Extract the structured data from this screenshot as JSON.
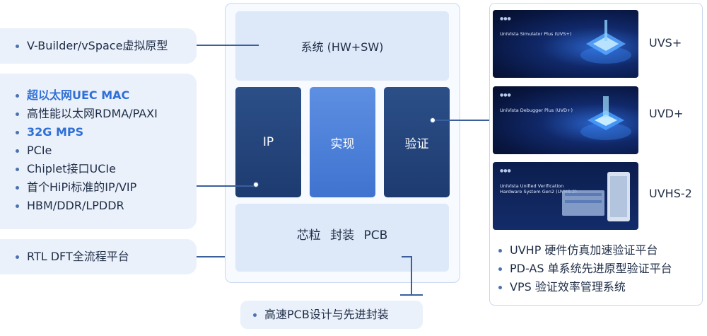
{
  "left": {
    "panel1": [
      {
        "text": "V-Builder/vSpace虚拟原型",
        "accent": false
      }
    ],
    "panel2": [
      {
        "text": "超以太网UEC MAC",
        "accent": true
      },
      {
        "text": "高性能以太网RDMA/PAXI",
        "accent": false
      },
      {
        "text": "32G MPS",
        "accent": true
      },
      {
        "text": "PCIe",
        "accent": false
      },
      {
        "text": "Chiplet接口UCIe",
        "accent": false
      },
      {
        "text": "首个HiPi标准的IP/VIP",
        "accent": false
      },
      {
        "text": "HBM/DDR/LPDDR",
        "accent": false
      }
    ],
    "panel3": [
      {
        "text": "RTL DFT全流程平台",
        "accent": false
      }
    ]
  },
  "center": {
    "system_label": "系统 (HW+SW)",
    "col_ip": "IP",
    "col_impl": "实现",
    "col_verify": "验证",
    "bottom_label": "芯粒 封装 PCB"
  },
  "bottom_note": "高速PCB设计与先进封装",
  "products": [
    {
      "label": "UVS+",
      "card_title": "UniVista Simulator Plus (UVS+)"
    },
    {
      "label": "UVD+",
      "card_title": "UniVista Debugger Plus (UVD+)"
    },
    {
      "label": "UVHS-2",
      "card_title": "UniVista Unified Verification Hardware System Gen2 (UVHS-2)"
    }
  ],
  "right_bullets": [
    "UVHP 硬件仿真加速验证平台",
    "PD-AS 单系统先进原型验证平台",
    "VPS 验证效率管理系统"
  ],
  "colors": {
    "accent_text": "#2f6fd6",
    "dark_block": "#1d3b70",
    "light_block": "#3f73cf",
    "panel_bg": "#eaf1fb"
  }
}
